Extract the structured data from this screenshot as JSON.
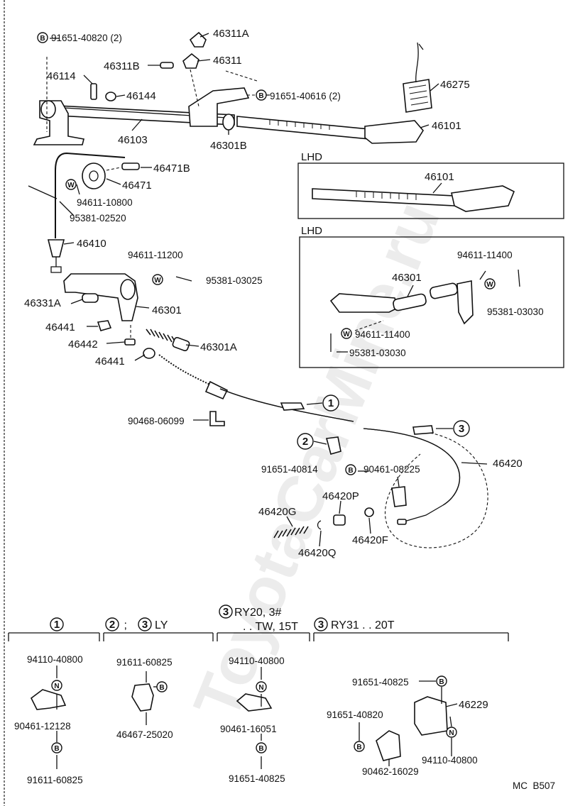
{
  "watermark": "ToyotaCarMine.ru",
  "page_code": "MC  B507",
  "symbols": {
    "bolt": "B",
    "nut": "N",
    "washer": "W"
  },
  "callout_numbers": {
    "c1": "1",
    "c2": "2",
    "c3": "3"
  },
  "box_titles": {
    "lhd1": "LHD",
    "lhd2": "LHD"
  },
  "labels": {
    "p91651_40820_2": "91651-40820 (2)",
    "p46311A": "46311A",
    "p46311B": "46311B",
    "p46311": "46311",
    "p46114": "46114",
    "p46144": "46144",
    "p91651_40616_2": "91651-40616 (2)",
    "p46275": "46275",
    "p46103": "46103",
    "p46301B": "46301B",
    "p46101": "46101",
    "p46471B": "46471B",
    "p46471": "46471",
    "p94611_10800": "94611-10800",
    "p95381_02520": "95381-02520",
    "p46410": "46410",
    "p94611_11200": "94611-11200",
    "p95381_03025": "95381-03025",
    "p46331A": "46331A",
    "p46301": "46301",
    "p46441_a": "46441",
    "p46442": "46442",
    "p46301A": "46301A",
    "p46441_b": "46441",
    "p90468_06099": "90468-06099",
    "p91651_40814": "91651-40814",
    "p90461_08225": "90461-08225",
    "p46420": "46420",
    "p46420G": "46420G",
    "p46420P": "46420P",
    "p46420F": "46420F",
    "p46420Q": "46420Q",
    "lhd1_46101": "46101",
    "lhd2_94611_11400_a": "94611-11400",
    "lhd2_46301": "46301",
    "lhd2_95381_03030_a": "95381-03030",
    "lhd2_94611_11400_b": "94611-11400",
    "lhd2_95381_03030_b": "95381-03030"
  },
  "bottom": {
    "h_col2_suffix": " ; ",
    "h_col2_tail": "LY",
    "h_col3_line1": "RY20, 3#",
    "h_col3_line2": ". . TW, 15T",
    "h_col4_tail": "RY31 . . 20T",
    "c1_94110_40800": "94110-40800",
    "c1_90461_12128": "90461-12128",
    "c1_91611_60825": "91611-60825",
    "c2_91611_60825": "91611-60825",
    "c2_46467_25020": "46467-25020",
    "c3_94110_40800": "94110-40800",
    "c3_90461_16051": "90461-16051",
    "c3_91651_40825": "91651-40825",
    "c4_91651_40825": "91651-40825",
    "c4_46229": "46229",
    "c4_91651_40820": "91651-40820",
    "c4_94110_40800": "94110-40800",
    "c4_90462_16029": "90462-16029"
  }
}
